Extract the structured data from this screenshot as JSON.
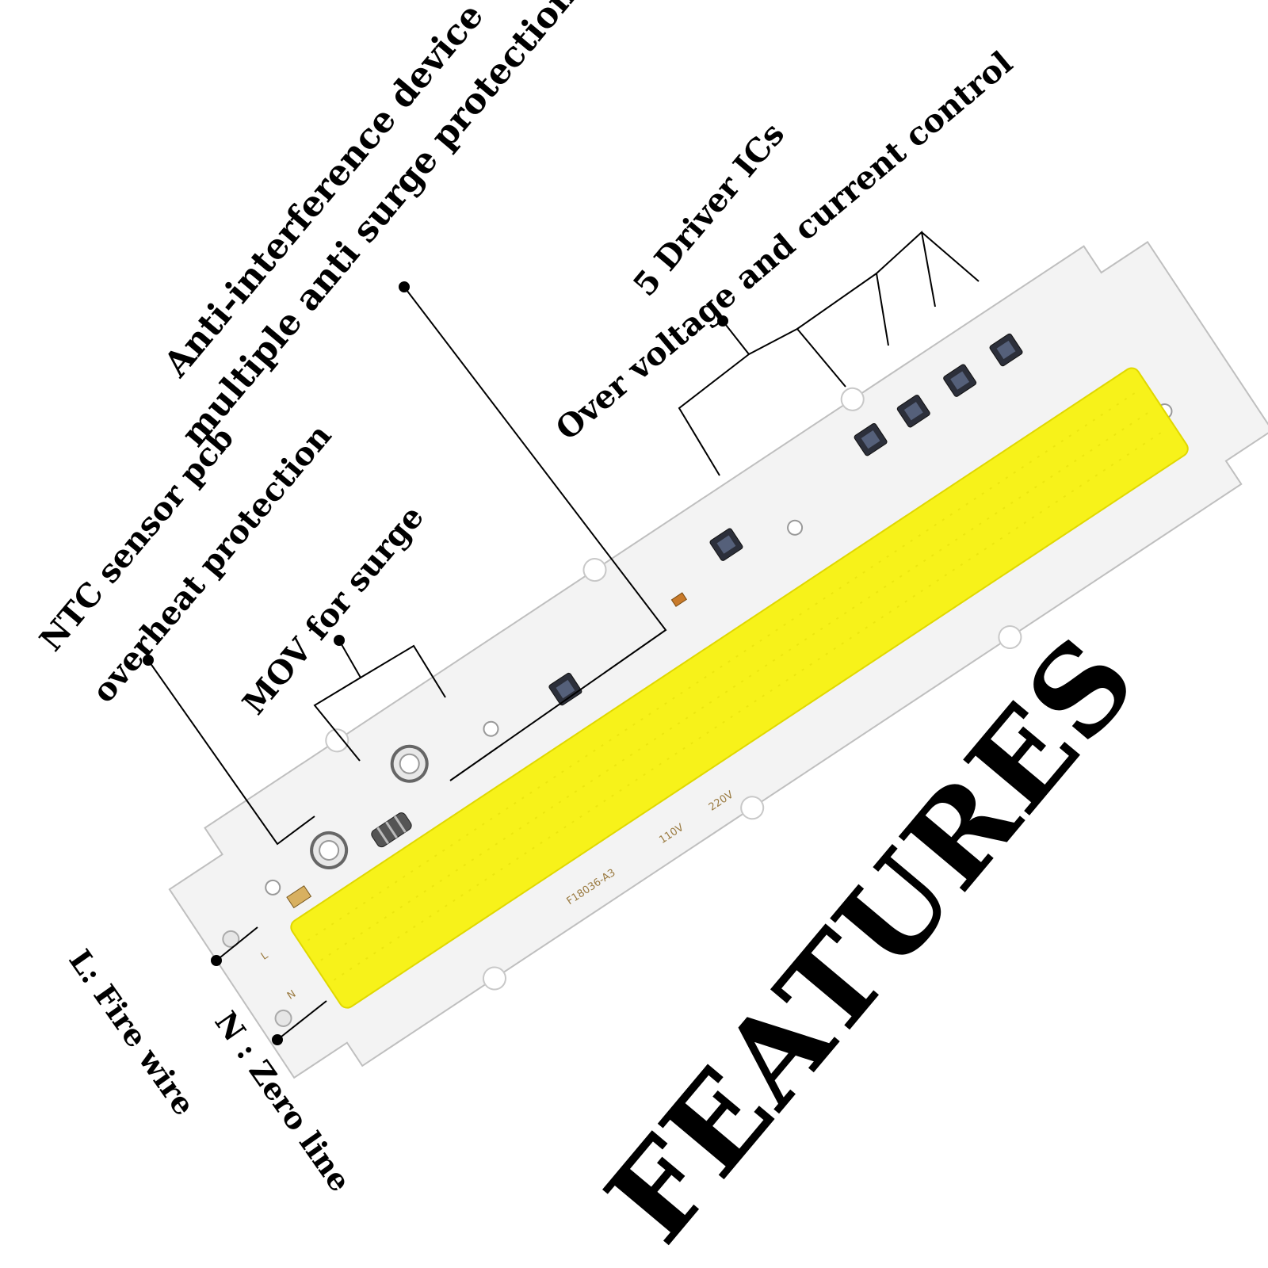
{
  "heading": "FEATURES",
  "callouts": {
    "anti_interference": "Anti-interference device",
    "anti_surge": "multiple anti surge protection",
    "driver_ics": "5 Driver ICs",
    "over_voltage": "Over voltage and current control",
    "ntc_sensor": "NTC sensor pcb",
    "overheat": "overheat protection",
    "mov": "MOV for surge",
    "fire_wire": "L: Fire wire",
    "zero_line": "N : Zero line"
  },
  "board": {
    "model": "F18036-A3",
    "voltage_110": "110V",
    "voltage_220": "220V",
    "pad_l": "L",
    "pad_n": "N"
  },
  "colors": {
    "phosphor": "#f7f21a",
    "pcb": "#f2f2f2",
    "ink": "#000000"
  }
}
